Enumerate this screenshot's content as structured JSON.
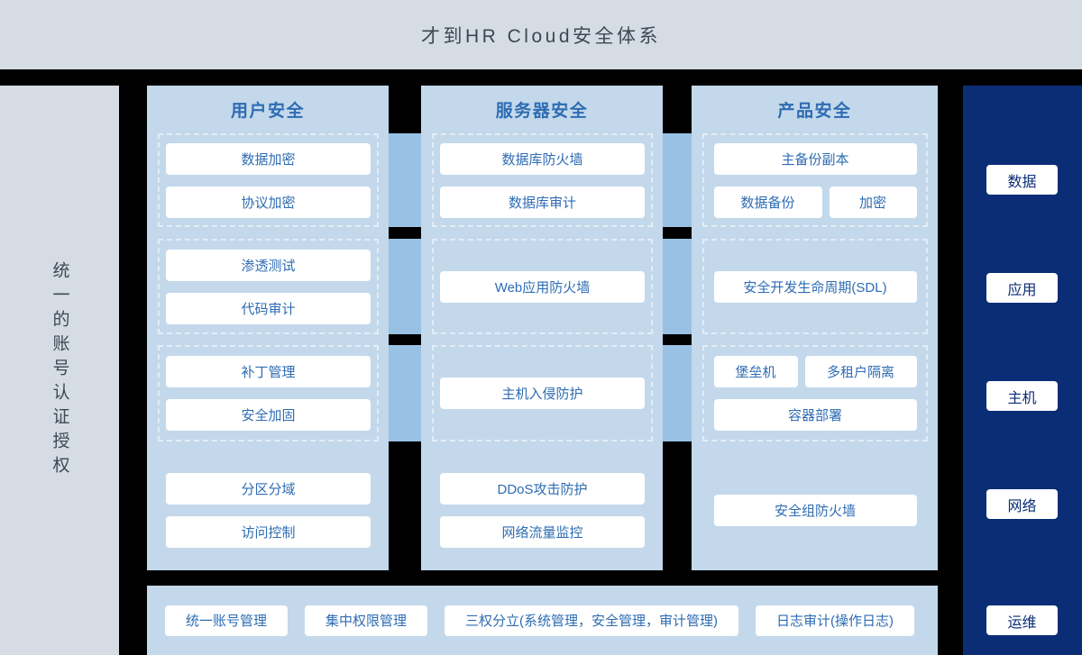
{
  "title": "才到HR Cloud安全体系",
  "sidebar": {
    "label": "统一的账号认证授权"
  },
  "columns": [
    {
      "title": "用户安全",
      "groups": [
        {
          "dashed": true,
          "items": [
            "数据加密",
            "协议加密"
          ]
        },
        {
          "dashed": true,
          "items": [
            "渗透测试",
            "代码审计"
          ]
        },
        {
          "dashed": true,
          "items": [
            "补丁管理",
            "安全加固"
          ]
        },
        {
          "dashed": false,
          "items": [
            "分区分域",
            "访问控制"
          ]
        }
      ]
    },
    {
      "title": "服务器安全",
      "groups": [
        {
          "dashed": true,
          "items": [
            "数据库防火墙",
            "数据库审计"
          ]
        },
        {
          "dashed": true,
          "items": [
            "Web应用防火墙"
          ]
        },
        {
          "dashed": true,
          "items": [
            "主机入侵防护"
          ]
        },
        {
          "dashed": false,
          "items": [
            "DDoS攻击防护",
            "网络流量监控"
          ]
        }
      ]
    },
    {
      "title": "产品安全",
      "groups": [
        {
          "dashed": true,
          "items": [
            "主备份副本",
            "数据备份",
            "加密"
          ]
        },
        {
          "dashed": true,
          "items": [
            "安全开发生命周期(SDL)"
          ]
        },
        {
          "dashed": true,
          "items": [
            "堡垒机",
            "多租户隔离",
            "容器部署"
          ]
        },
        {
          "dashed": false,
          "items": [
            "安全组防火墙"
          ]
        }
      ]
    }
  ],
  "right_sidebar": {
    "items": [
      "数据",
      "应用",
      "主机",
      "网络",
      "运维"
    ]
  },
  "bottom_bar": {
    "items": [
      "统一账号管理",
      "集中权限管理",
      "三权分立(系统管理，安全管理，审计管理)",
      "日志审计(操作日志)"
    ]
  },
  "colors": {
    "page_background": "#000000",
    "header_background": "#d6dce4",
    "header_text": "#3d4854",
    "column_background": "#c3d8eb",
    "accent_blue_text": "#2e6cb3",
    "dashed_border": "#e2edf7",
    "connector_band": "#99c1e4",
    "navy_sidebar": "#0b2d75",
    "button_background": "#ffffff"
  }
}
